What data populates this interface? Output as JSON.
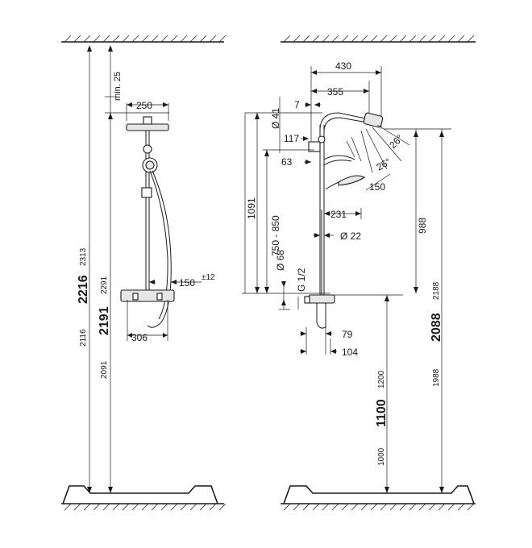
{
  "left_view": {
    "min_gap": "min. 25",
    "head_diameter": "250",
    "hose_offset": "150",
    "hose_tolerance": "±12",
    "bar_width": "306",
    "height_top": "2313",
    "height_main": "2216",
    "height_low": "2116",
    "height2_top": "2291",
    "height2_main": "2191",
    "height2_low": "2091"
  },
  "right_view": {
    "arm_length": "430",
    "arm_to_head": "355",
    "wall_offset": "7",
    "pipe_diameter_top": "Ø 41",
    "bracket_width": "117",
    "hand_offset": "63",
    "angle_1": "26°",
    "angle_2": "26°",
    "hand_length": "150",
    "column_height": "1091",
    "adjust_range": "750 - 850",
    "head_drop": "988",
    "handshower_reach": "231",
    "rail_diameter": "Ø 22",
    "rosette_diameter": "Ø 68",
    "thread": "G 1/2",
    "thermostat_depth": "79",
    "outlet_depth": "104",
    "mount_top": "1200",
    "mount_main": "1100",
    "mount_low": "1000",
    "floor_top": "2188",
    "floor_main": "2088",
    "floor_low": "1988"
  }
}
